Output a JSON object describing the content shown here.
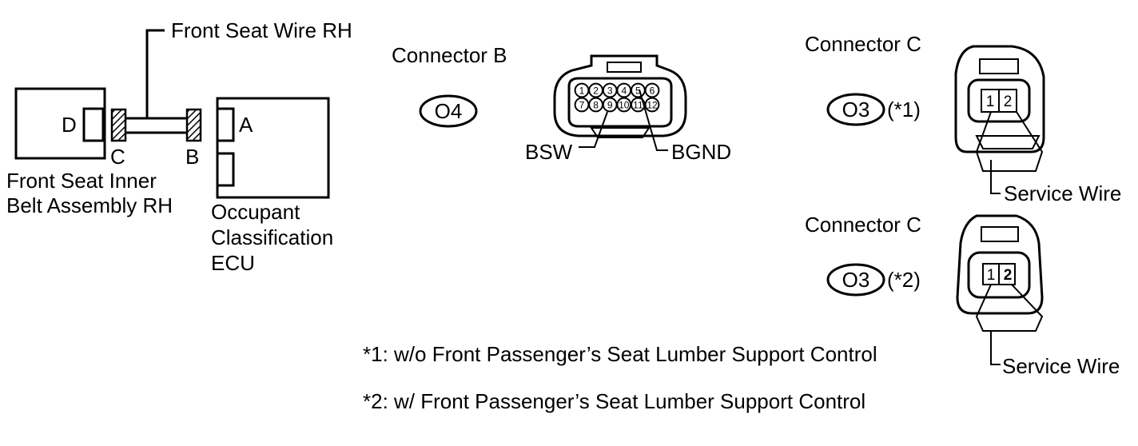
{
  "location_diagram": {
    "wire_label": "Front Seat Wire RH",
    "belt_assembly_lines": [
      "Front Seat Inner",
      "Belt Assembly RH"
    ],
    "ecu_lines": [
      "Occupant",
      "Classification",
      "ECU"
    ],
    "letters": {
      "d": "D",
      "c": "C",
      "b": "B",
      "a": "A"
    }
  },
  "connector_b": {
    "title": "Connector B",
    "code": "O4",
    "pins_top": [
      "1",
      "2",
      "3",
      "4",
      "5",
      "6"
    ],
    "pins_bottom": [
      "7",
      "8",
      "9",
      "10",
      "11",
      "12"
    ],
    "terminal_left": "BSW",
    "terminal_right": "BGND"
  },
  "connector_c1": {
    "title": "Connector C",
    "code": "O3",
    "variant": "(*1)",
    "pins": [
      "1",
      "2"
    ],
    "service_label": "Service Wire"
  },
  "connector_c2": {
    "title": "Connector C",
    "code": "O3",
    "variant": "(*2)",
    "pins": [
      "1",
      "2"
    ],
    "service_label": "Service Wire"
  },
  "notes": [
    "*1: w/o Front Passenger’s Seat Lumber Support Control",
    "*2: w/ Front Passenger’s Seat Lumber Support Control"
  ]
}
